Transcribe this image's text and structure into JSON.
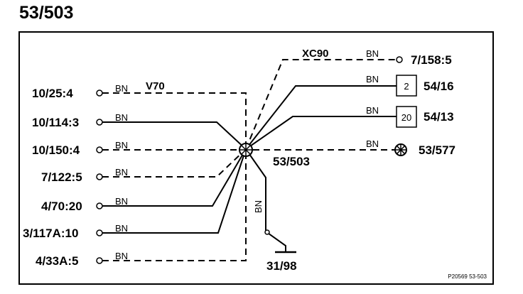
{
  "title": "53/503",
  "model_labels": {
    "v70": "V70",
    "xc90": "XC90"
  },
  "left_terminals": [
    "10/25:4",
    "10/114:3",
    "10/150:4",
    "7/122:5",
    "4/70:20",
    "3/117A:10",
    "4/33A:5"
  ],
  "right_items": {
    "top": "7/158:5",
    "conn_2_label": "54/16",
    "conn_2_pin": "2",
    "conn_20_label": "54/13",
    "conn_20_pin": "20",
    "lamp": "53/577"
  },
  "wire_color": "BN",
  "splice_label": "53/503",
  "ground_label": "31/98",
  "footer_code": "P20569  53-503"
}
